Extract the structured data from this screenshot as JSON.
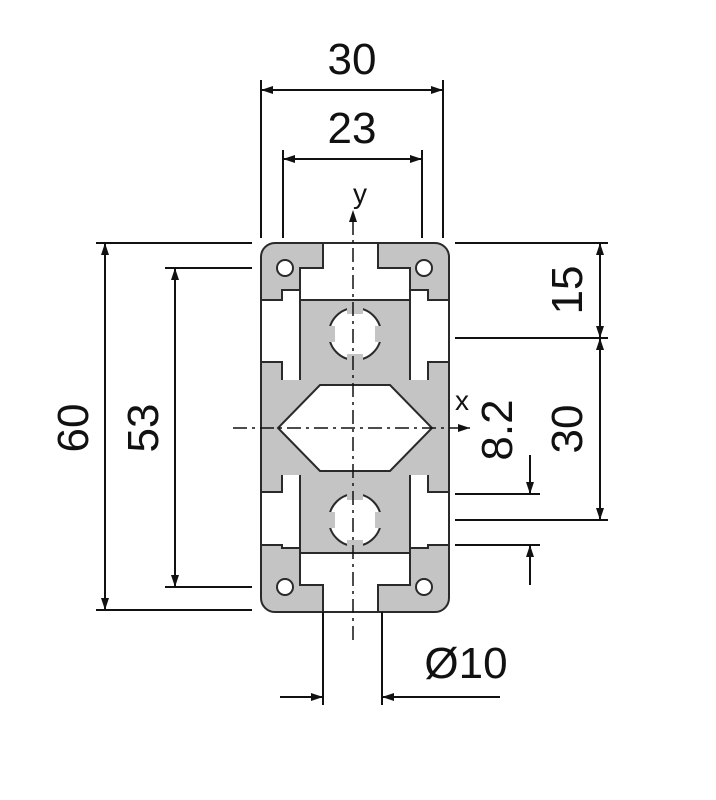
{
  "dimensions": {
    "width_outer": "30",
    "width_inner": "23",
    "height_outer": "60",
    "height_inner": "53",
    "offset_top": "15",
    "offset_center": "30",
    "slot_width": "8.2",
    "bore_diameter": "Ø10"
  },
  "axes": {
    "x_label": "x",
    "y_label": "y"
  },
  "colors": {
    "profile_fill": "#c4c4c4",
    "profile_stroke": "#2a2a2a",
    "line": "#111111"
  }
}
